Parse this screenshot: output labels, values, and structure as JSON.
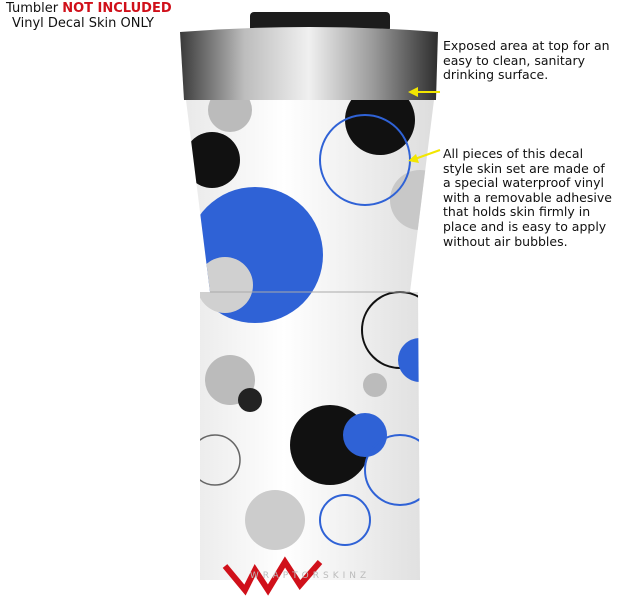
{
  "header": {
    "line1_prefix": "Tumbler",
    "line1_highlight": "NOT INCLUDED",
    "line2": "Vinyl Decal Skin ONLY"
  },
  "callouts": [
    {
      "text": "Exposed area at top for an easy to clean, sanitary drinking surface."
    },
    {
      "text": "All pieces of this decal style skin set are made of a special waterproof vinyl with a removable adhesive that holds skin firmly in place and is easy to apply without air bubbles."
    }
  ],
  "logo": {
    "text": "WRAPTORSKINZ"
  },
  "colors": {
    "accent_red": "#d0101a",
    "dot_blue": "#2f62d6",
    "arrow_yellow": "#f2e600"
  }
}
